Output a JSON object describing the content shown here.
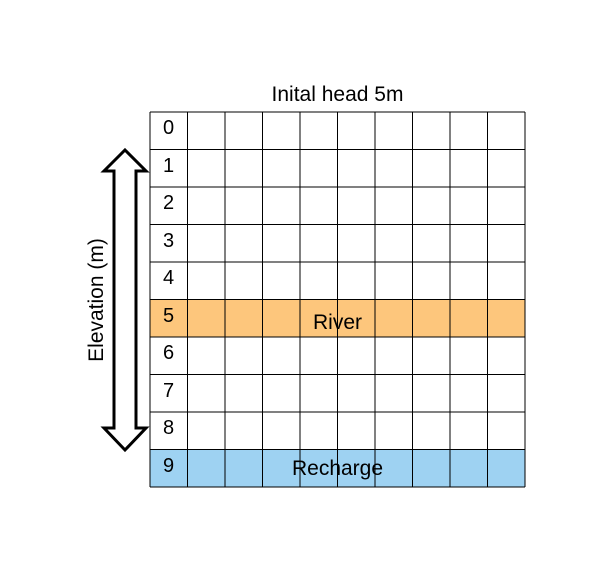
{
  "diagram": {
    "title": "Inital head 5m",
    "axis_label": "Elevation (m)",
    "rows": [
      "0",
      "1",
      "2",
      "3",
      "4",
      "5",
      "6",
      "7",
      "8",
      "9"
    ],
    "columns_count": 10,
    "river": {
      "label": "River",
      "row": 5,
      "color": "#fdc67c"
    },
    "recharge": {
      "label": "Recharge",
      "row": 9,
      "color": "#9ed2f2"
    }
  }
}
